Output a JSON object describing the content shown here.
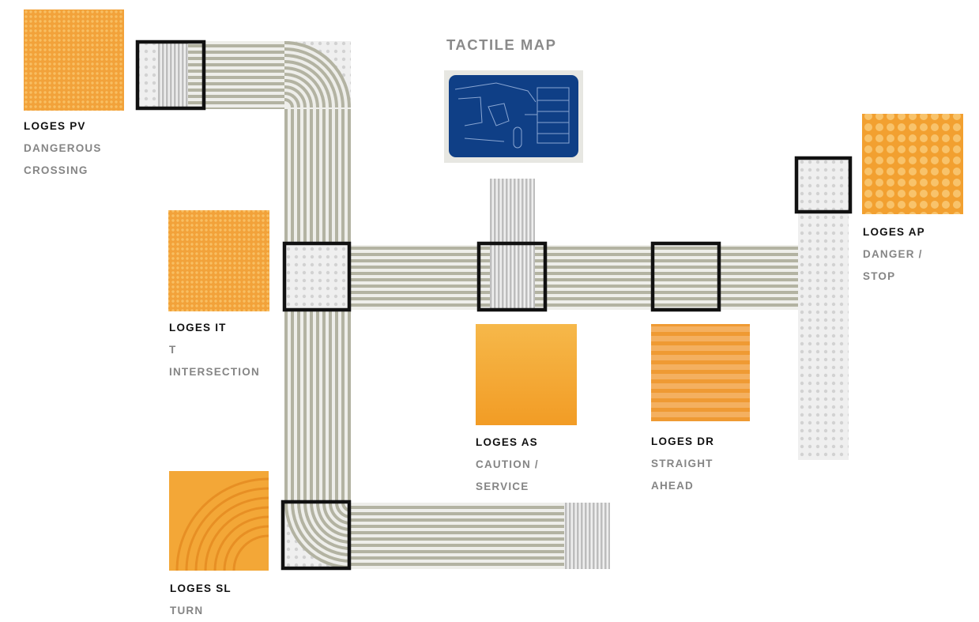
{
  "heading": "TACTILE MAP",
  "colors": {
    "track": "#b3b3a2",
    "track_light": "#eeeeea",
    "dots_bg": "#efefef",
    "dot": "#d2d2d2",
    "box": "#111111",
    "swatch_orange": "#f0a030",
    "map_blue": "#0f3f86"
  },
  "tiles": [
    {
      "code": "LOGES PV",
      "line1": "DANGEROUS",
      "line2": "CROSSING"
    },
    {
      "code": "LOGES IT",
      "line1": "T",
      "line2": "INTERSECTION"
    },
    {
      "code": "LOGES SL",
      "line1": "TURN",
      "line2": ""
    },
    {
      "code": "LOGES AS",
      "line1": "CAUTION /",
      "line2": "SERVICE"
    },
    {
      "code": "LOGES DR",
      "line1": "STRAIGHT",
      "line2": "AHEAD"
    },
    {
      "code": "LOGES AP",
      "line1": "DANGER /",
      "line2": "STOP"
    }
  ]
}
